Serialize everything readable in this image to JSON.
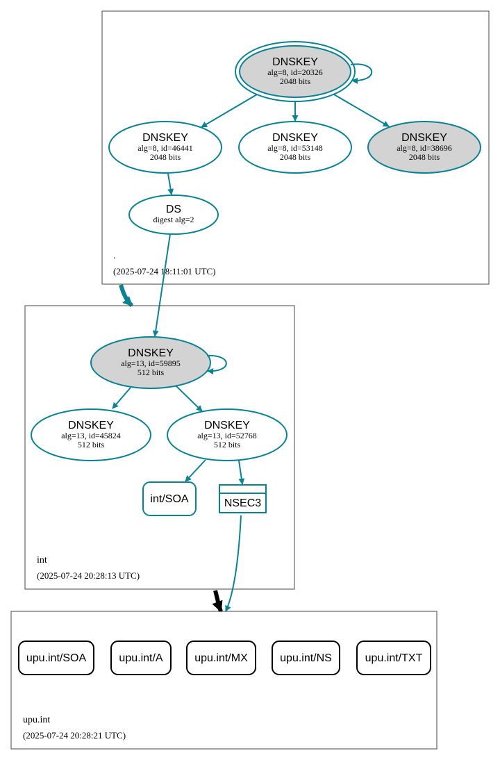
{
  "colors": {
    "edge": "#0a8294",
    "node_fill_shaded": "#d3d3d3",
    "cluster_border": "#444444",
    "rr_border": "#000000"
  },
  "zones": {
    "root": {
      "name": ".",
      "timestamp": "(2025-07-24 18:11:01 UTC)",
      "dnskey_20326": {
        "title": "DNSKEY",
        "line1": "alg=8, id=20326",
        "line2": "2048 bits"
      },
      "dnskey_46441": {
        "title": "DNSKEY",
        "line1": "alg=8, id=46441",
        "line2": "2048 bits"
      },
      "dnskey_53148": {
        "title": "DNSKEY",
        "line1": "alg=8, id=53148",
        "line2": "2048 bits"
      },
      "dnskey_38696": {
        "title": "DNSKEY",
        "line1": "alg=8, id=38696",
        "line2": "2048 bits"
      },
      "ds": {
        "title": "DS",
        "line1": "digest alg=2"
      }
    },
    "int": {
      "name": "int",
      "timestamp": "(2025-07-24 20:28:13 UTC)",
      "dnskey_59895": {
        "title": "DNSKEY",
        "line1": "alg=13, id=59895",
        "line2": "512 bits"
      },
      "dnskey_45824": {
        "title": "DNSKEY",
        "line1": "alg=13, id=45824",
        "line2": "512 bits"
      },
      "dnskey_52768": {
        "title": "DNSKEY",
        "line1": "alg=13, id=52768",
        "line2": "512 bits"
      },
      "soa": "int/SOA",
      "nsec3": "NSEC3"
    },
    "upu": {
      "name": "upu.int",
      "timestamp": "(2025-07-24 20:28:21 UTC)",
      "records": [
        "upu.int/SOA",
        "upu.int/A",
        "upu.int/MX",
        "upu.int/NS",
        "upu.int/TXT"
      ]
    }
  }
}
